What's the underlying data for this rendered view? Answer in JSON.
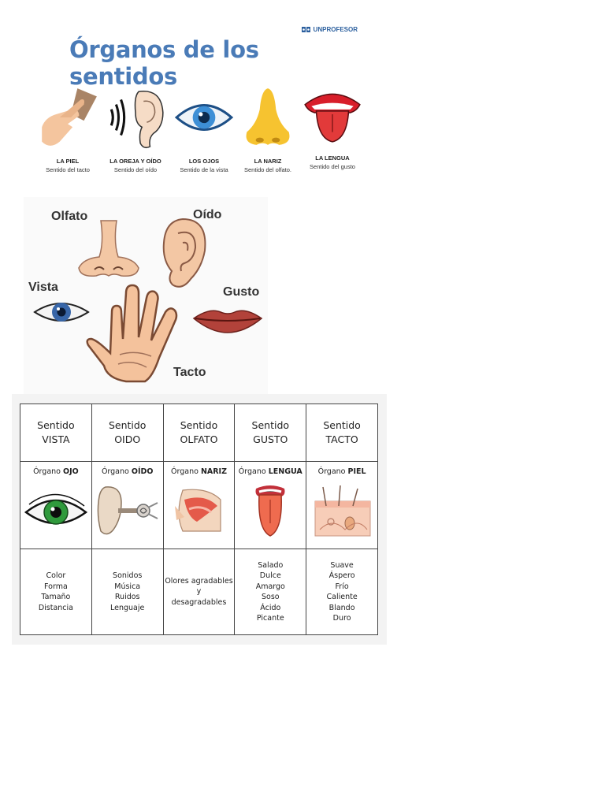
{
  "section1": {
    "logo": "UNPROFESOR",
    "title": "Órganos de los sentidos",
    "organs": [
      {
        "label": "LA PIEL",
        "sense": "Sentido del tacto"
      },
      {
        "label": "LA OREJA Y OÍDO",
        "sense": "Sentido del oído"
      },
      {
        "label": "LOS OJOS",
        "sense": "Sentido de la vista"
      },
      {
        "label": "LA NARIZ",
        "sense": "Sentido del olfato."
      },
      {
        "label": "LA LENGUA",
        "sense": "Sentido del gusto"
      }
    ]
  },
  "section2": {
    "labels": {
      "olfato": "Olfato",
      "oido": "Oído",
      "vista": "Vista",
      "gusto": "Gusto",
      "tacto": "Tacto"
    }
  },
  "table": {
    "columns": [
      {
        "sense_word": "Sentido",
        "sense": "VISTA",
        "organ_prefix": "Órgano",
        "organ": "OJO",
        "props": [
          "Color",
          "Forma",
          "Tamaño",
          "Distancia"
        ]
      },
      {
        "sense_word": "Sentido",
        "sense": "OIDO",
        "organ_prefix": "Órgano",
        "organ": "OÍDO",
        "props": [
          "Sonidos",
          "Música",
          "Ruidos",
          "Lenguaje"
        ]
      },
      {
        "sense_word": "Sentido",
        "sense": "OLFATO",
        "organ_prefix": "Órgano",
        "organ": "NARIZ",
        "props": [
          "Olores agradables",
          "y",
          "desagradables"
        ]
      },
      {
        "sense_word": "Sentido",
        "sense": "GUSTO",
        "organ_prefix": "Órgano",
        "organ": "LENGUA",
        "props": [
          "Salado",
          "Dulce",
          "Amargo",
          "Soso",
          "Ácido",
          "Picante"
        ]
      },
      {
        "sense_word": "Sentido",
        "sense": "TACTO",
        "organ_prefix": "Órgano",
        "organ": "PIEL",
        "props": [
          "Suave",
          "Áspero",
          "Frío",
          "Caliente",
          "Blando",
          "Duro"
        ]
      }
    ]
  },
  "colors": {
    "title_blue": "#4a7bb7",
    "skin": "#f2c4a0",
    "tongue_red": "#d81e2a",
    "eye_blue": "#3d8fd6"
  }
}
